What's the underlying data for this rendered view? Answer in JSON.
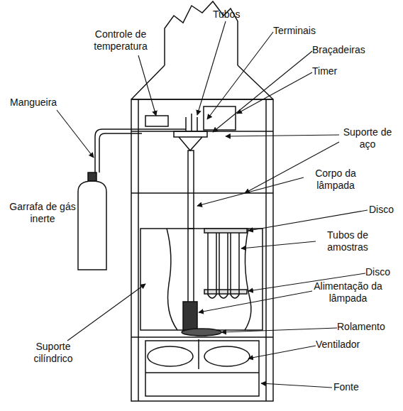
{
  "diagram": {
    "labels": [
      "Controle de temperatura",
      "Tubos",
      "Terminais",
      "Braçadeiras",
      "Timer",
      "Mangueira",
      "Suporte de aço",
      "Corpo da lâmpada",
      "Disco",
      "Garrafa de gás inerte",
      "Tubos de amostras",
      "Disco",
      "Alimentação da lâmpada",
      "Suporte cilíndrico",
      "Rolamento",
      "Ventilador",
      "Fonte"
    ]
  }
}
